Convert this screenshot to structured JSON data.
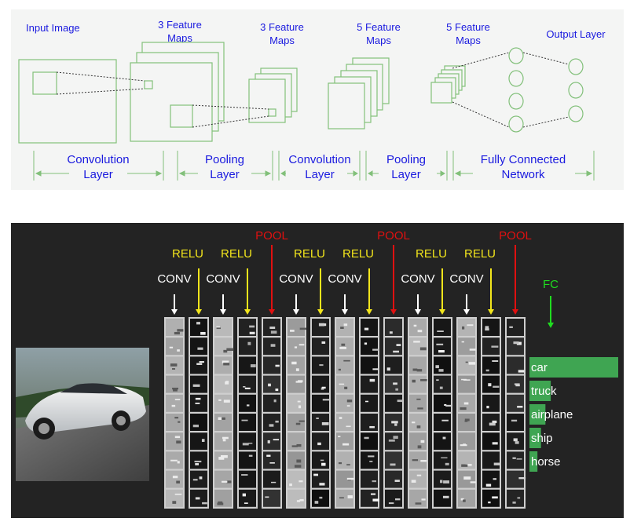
{
  "architecture": {
    "stage_labels": [
      {
        "line1": "Input  Image",
        "line2": ""
      },
      {
        "line1": "3 Feature",
        "line2": "Maps"
      },
      {
        "line1": "3 Feature",
        "line2": "Maps"
      },
      {
        "line1": "5 Feature",
        "line2": "Maps"
      },
      {
        "line1": "5 Feature",
        "line2": "Maps"
      },
      {
        "line1": "Output Layer",
        "line2": ""
      }
    ],
    "layer_labels": [
      {
        "line1": "Convolution",
        "line2": "Layer"
      },
      {
        "line1": "Pooling",
        "line2": "Layer"
      },
      {
        "line1": "Convolution",
        "line2": "Layer"
      },
      {
        "line1": "Pooling",
        "line2": "Layer"
      },
      {
        "line1": "Fully Connected",
        "line2": "Network"
      }
    ]
  },
  "network": {
    "operations": [
      {
        "label": "CONV",
        "type": "conv"
      },
      {
        "label": "RELU",
        "type": "relu"
      },
      {
        "label": "CONV",
        "type": "conv"
      },
      {
        "label": "RELU",
        "type": "relu"
      },
      {
        "label": "POOL",
        "type": "pool"
      },
      {
        "label": "CONV",
        "type": "conv"
      },
      {
        "label": "RELU",
        "type": "relu"
      },
      {
        "label": "CONV",
        "type": "conv"
      },
      {
        "label": "RELU",
        "type": "relu"
      },
      {
        "label": "POOL",
        "type": "pool"
      },
      {
        "label": "CONV",
        "type": "conv"
      },
      {
        "label": "RELU",
        "type": "relu"
      },
      {
        "label": "CONV",
        "type": "conv"
      },
      {
        "label": "RELU",
        "type": "relu"
      },
      {
        "label": "POOL",
        "type": "pool"
      }
    ],
    "fc_label": "FC",
    "colors": {
      "conv": "#ffffff",
      "relu": "#f2e51c",
      "pool": "#e01010",
      "fc": "#1fdc1f",
      "bar": "#3fa552"
    },
    "classes": [
      {
        "label": "car",
        "score": 1.0
      },
      {
        "label": "truck",
        "score": 0.24
      },
      {
        "label": "airplane",
        "score": 0.18
      },
      {
        "label": "ship",
        "score": 0.13
      },
      {
        "label": "horse",
        "score": 0.09
      }
    ]
  }
}
